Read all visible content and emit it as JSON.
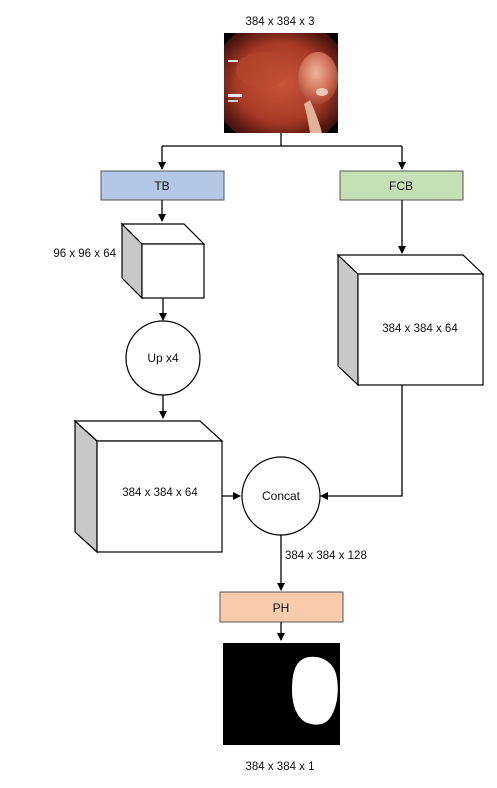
{
  "input": {
    "dims_label": "384 x 384 x 3",
    "image_desc_colors": {
      "tissue": "#b5452e",
      "dark": "#5a1a12",
      "polyp": "#d98a6a"
    }
  },
  "blocks": {
    "tb": {
      "label": "TB",
      "color": "#b4c7e7"
    },
    "fcb": {
      "label": "FCB",
      "color": "#c5e0b4"
    },
    "ph": {
      "label": "PH",
      "color": "#f8cbad"
    }
  },
  "tensors": {
    "tb_out": "96 x 96 x 64",
    "fcb_out": "384 x 384 x 64",
    "up_out": "384 x 384 x 64",
    "concat_out": "384 x 384 x 128"
  },
  "ops": {
    "upsample": "Up x4",
    "concat": "Concat"
  },
  "output": {
    "dims_label": "384 x 384 x 1"
  }
}
